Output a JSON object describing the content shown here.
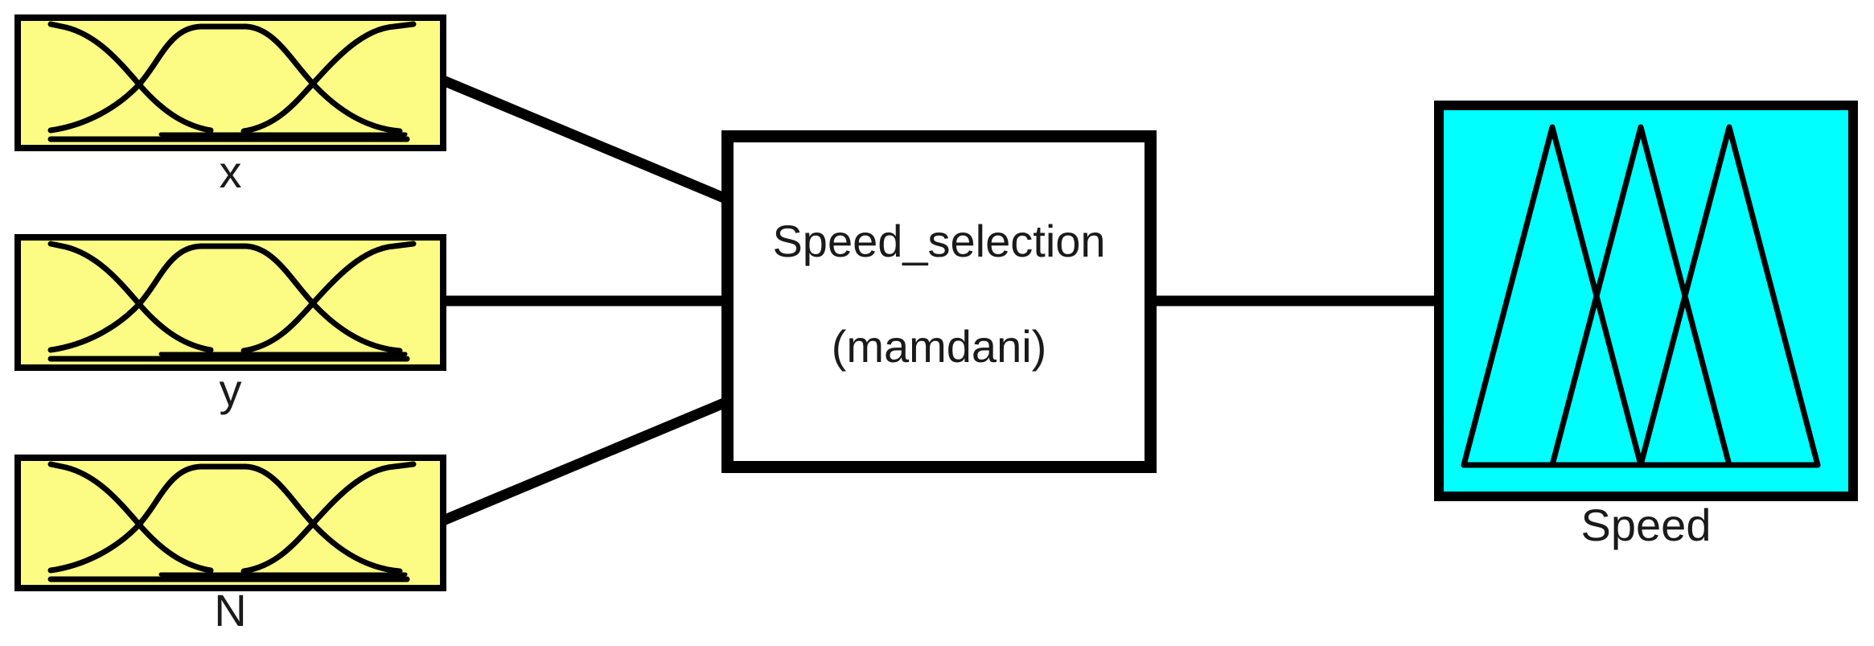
{
  "system": {
    "name": "Speed_selection",
    "type": "(mamdani)"
  },
  "inputs": [
    {
      "label": "x",
      "mf_count": 3,
      "mf_shape": "gaussian"
    },
    {
      "label": "y",
      "mf_count": 3,
      "mf_shape": "gaussian"
    },
    {
      "label": "N",
      "mf_count": 3,
      "mf_shape": "gaussian"
    }
  ],
  "output": {
    "label": "Speed",
    "mf_count": 3,
    "mf_shape": "triangular"
  },
  "colors": {
    "input_fill": "#FCFC85",
    "output_fill": "#00FFFF",
    "line": "#000000",
    "text": "#1A1A1A",
    "background": "#FFFFFF"
  }
}
